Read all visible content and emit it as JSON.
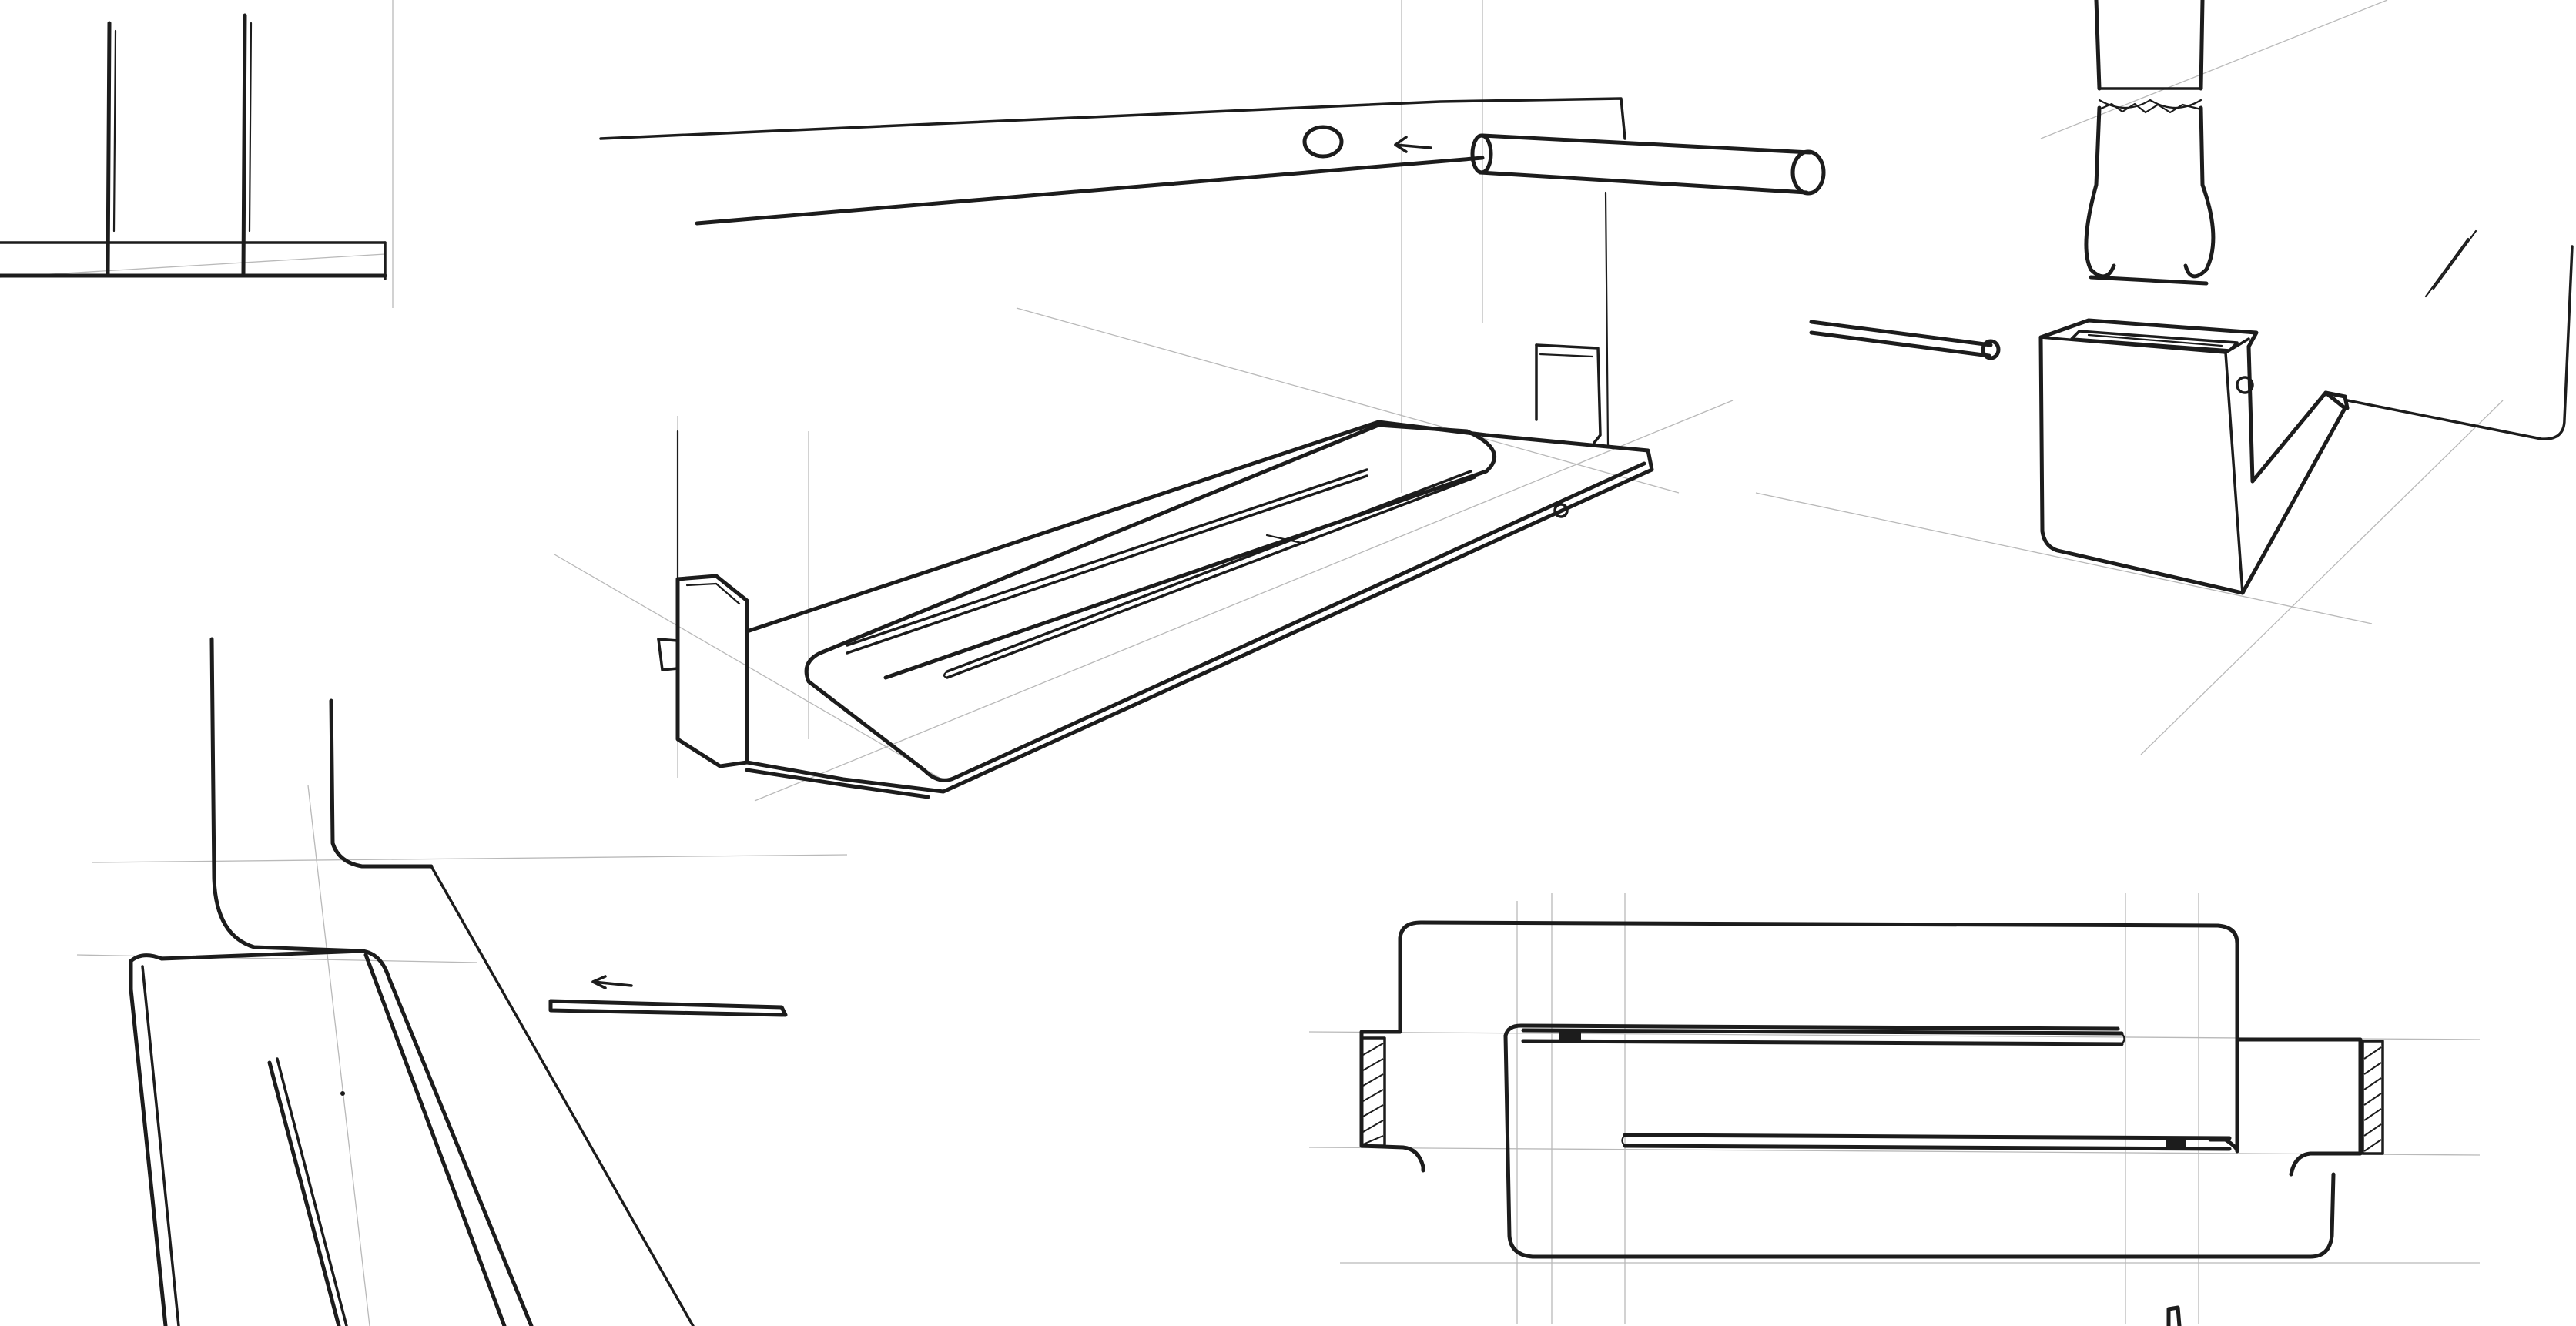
{
  "sheet": {
    "colors": {
      "paper": "#ffffff",
      "ink": "#1c1c1c",
      "guide": "#b9b9b9"
    },
    "sketches": [
      "post-base-detail",
      "shelf-with-rod-exploded",
      "leg-foot-detail",
      "rail-corner-detail",
      "shelf-top-view"
    ]
  }
}
